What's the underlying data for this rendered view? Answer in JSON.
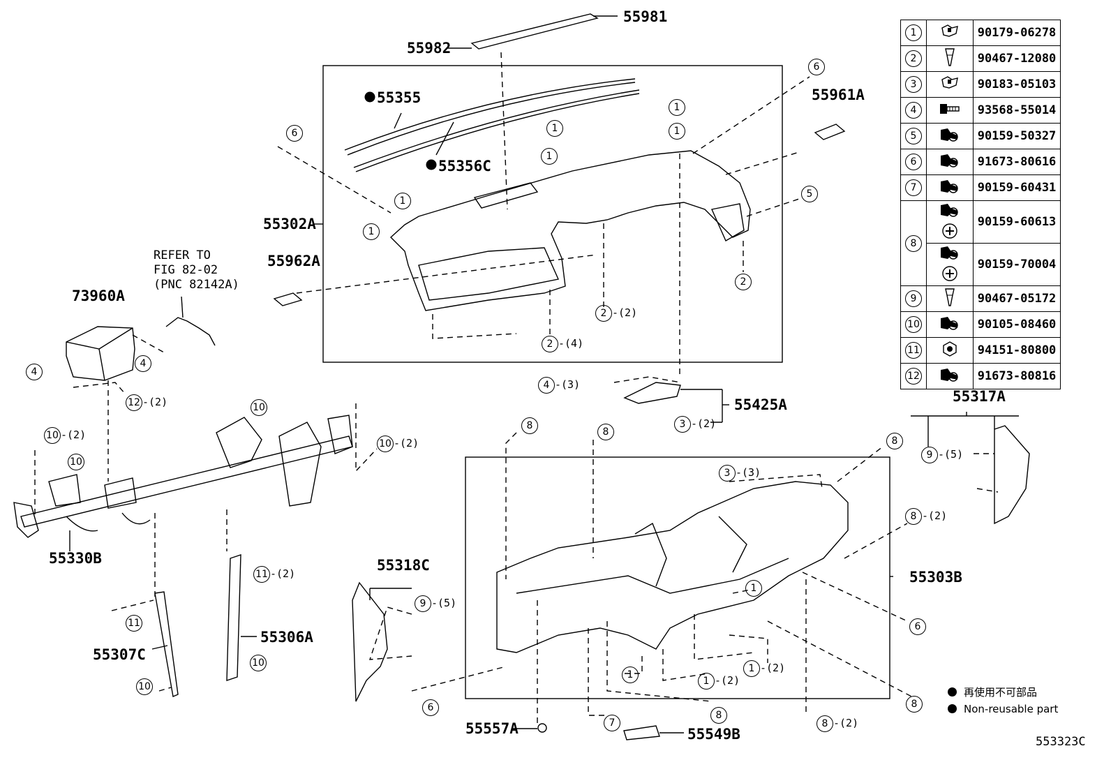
{
  "part_labels": {
    "p55981": "55981",
    "p55982": "55982",
    "p55355": "55355",
    "p55356C": "55356C",
    "p55961A": "55961A",
    "p55302A": "55302A",
    "p55962A": "55962A",
    "p73960A": "73960A",
    "p55425A": "55425A",
    "p55317A": "55317A",
    "p55330B": "55330B",
    "p55303B": "55303B",
    "p55318C": "55318C",
    "p55306A": "55306A",
    "p55307C": "55307C",
    "p55557A": "55557A",
    "p55549B": "55549B"
  },
  "refer_note": [
    "REFER TO",
    "FIG 82-02",
    "(PNC 82142A)"
  ],
  "fastener_table": [
    {
      "num": "1",
      "icon": "clip-nut-icon",
      "parts": [
        "90179-06278"
      ]
    },
    {
      "num": "2",
      "icon": "clip-icon",
      "parts": [
        "90467-12080"
      ]
    },
    {
      "num": "3",
      "icon": "clip-nut-icon",
      "parts": [
        "90183-05103"
      ]
    },
    {
      "num": "4",
      "icon": "screw-icon",
      "parts": [
        "93568-55014"
      ]
    },
    {
      "num": "5",
      "icon": "bolt-icon",
      "parts": [
        "90159-50327"
      ]
    },
    {
      "num": "6",
      "icon": "bolt-icon",
      "parts": [
        "91673-80616"
      ]
    },
    {
      "num": "7",
      "icon": "bolt-icon",
      "parts": [
        "90159-60431"
      ]
    },
    {
      "num": "8",
      "icon": "bolt-icon",
      "parts": [
        "90159-60613",
        "90159-70004"
      ]
    },
    {
      "num": "9",
      "icon": "clip-icon",
      "parts": [
        "90467-05172"
      ]
    },
    {
      "num": "10",
      "icon": "bolt-icon",
      "parts": [
        "90105-08460"
      ]
    },
    {
      "num": "11",
      "icon": "nut-icon",
      "parts": [
        "94151-80800"
      ]
    },
    {
      "num": "12",
      "icon": "bolt-icon",
      "parts": [
        "91673-80816"
      ]
    }
  ],
  "legend": {
    "jp": "再使用不可部品",
    "en": "Non-reusable part"
  },
  "figure_code": "553323C",
  "callouts": [
    {
      "n": "1",
      "q": ""
    },
    {
      "n": "1",
      "q": ""
    },
    {
      "n": "1",
      "q": ""
    },
    {
      "n": "1",
      "q": ""
    },
    {
      "n": "1",
      "q": ""
    },
    {
      "n": "1",
      "q": ""
    },
    {
      "n": "2",
      "q": "-(2)"
    },
    {
      "n": "2",
      "q": "-(4)"
    },
    {
      "n": "2",
      "q": ""
    },
    {
      "n": "5",
      "q": ""
    },
    {
      "n": "6",
      "q": ""
    },
    {
      "n": "6",
      "q": ""
    },
    {
      "n": "4",
      "q": ""
    },
    {
      "n": "4",
      "q": ""
    },
    {
      "n": "12",
      "q": "-(2)"
    },
    {
      "n": "4",
      "q": "-(3)"
    },
    {
      "n": "3",
      "q": "-(2)"
    },
    {
      "n": "10",
      "q": ""
    },
    {
      "n": "10",
      "q": "-(2)"
    },
    {
      "n": "10",
      "q": "-(2)"
    },
    {
      "n": "10",
      "q": ""
    },
    {
      "n": "11",
      "q": "-(2)"
    },
    {
      "n": "11",
      "q": ""
    },
    {
      "n": "10",
      "q": ""
    },
    {
      "n": "10",
      "q": ""
    },
    {
      "n": "8",
      "q": ""
    },
    {
      "n": "8",
      "q": ""
    },
    {
      "n": "8",
      "q": ""
    },
    {
      "n": "3",
      "q": "-(3)"
    },
    {
      "n": "8",
      "q": "-(2)"
    },
    {
      "n": "9",
      "q": "-(5)"
    },
    {
      "n": "9",
      "q": "-(5)"
    },
    {
      "n": "6",
      "q": ""
    },
    {
      "n": "1",
      "q": ""
    },
    {
      "n": "1",
      "q": ""
    },
    {
      "n": "1",
      "q": "-(2)"
    },
    {
      "n": "1",
      "q": "-(2)"
    },
    {
      "n": "8",
      "q": ""
    },
    {
      "n": "8",
      "q": "-(2)"
    },
    {
      "n": "8",
      "q": ""
    },
    {
      "n": "7",
      "q": ""
    },
    {
      "n": "6",
      "q": ""
    }
  ]
}
